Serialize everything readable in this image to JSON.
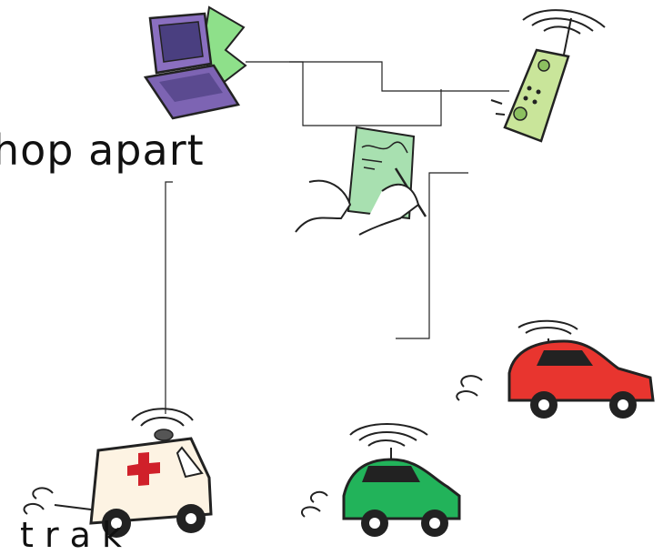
{
  "labels": {
    "hop_text": "hop apart",
    "bottom_text": "t r a k"
  },
  "nodes": [
    {
      "id": "laptop",
      "icon": "laptop-icon"
    },
    {
      "id": "cell-phone",
      "icon": "cell-phone-icon"
    },
    {
      "id": "tablet",
      "icon": "pen-tablet-icon"
    },
    {
      "id": "red-car",
      "icon": "red-car-icon"
    },
    {
      "id": "green-car",
      "icon": "green-car-icon"
    },
    {
      "id": "ambulance",
      "icon": "ambulance-icon"
    }
  ],
  "colors": {
    "laptop_body": "#8a6fc0",
    "laptop_screen": "#4a3f80",
    "phone_body": "#c9e59a",
    "tablet_body": "#a8e0b0",
    "red_car": "#e8352f",
    "green_car": "#22b35a",
    "ambulance_body": "#fdf3e3",
    "cross": "#d0202a",
    "line": "#222222"
  }
}
